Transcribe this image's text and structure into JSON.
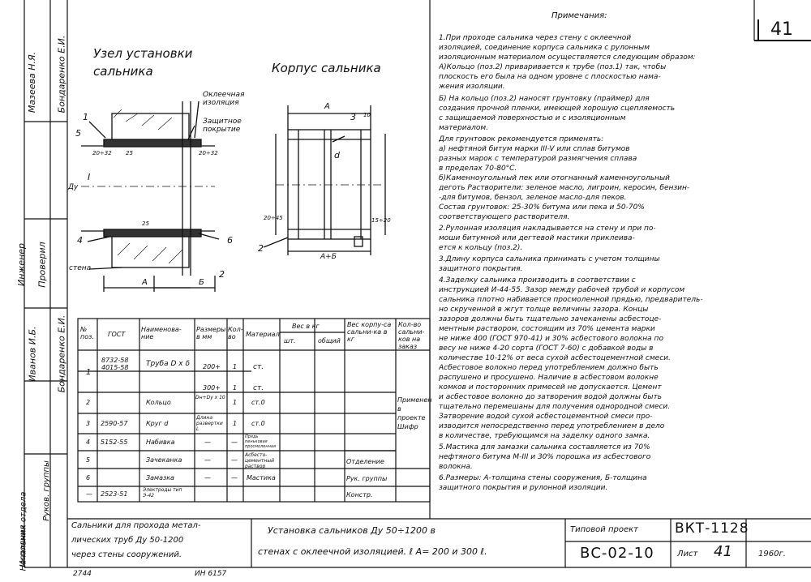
{
  "sheet_number": "41",
  "titles": {
    "left": "Узел установки сальника",
    "right": "Корпус сальника"
  },
  "side_stamp": [
    "Начальник отдела",
    "Исполнил",
    "Иванов И.Б.",
    "Бондаренко Е.И.",
    "Инженер",
    "Проверил",
    "Мазеева Н.Я.",
    "Бондаренко Е.И.",
    "Руков. группы"
  ],
  "drawing_labels": {
    "oil_insulation": "Оклеечная изоляция",
    "protective_coat": "Защитное покрытие",
    "wall": "стена",
    "A": "А",
    "B": "Б",
    "AplusB": "А+Б",
    "callouts": [
      "1",
      "5",
      "4",
      "6",
      "2",
      "3",
      "2",
      "d",
      "I"
    ],
    "dims": [
      "20÷32",
      "25",
      "20÷32",
      "20÷45",
      "15÷20",
      "10",
      "25",
      "Ду"
    ]
  },
  "notes_heading": "Примечания:",
  "notes": [
    "1.При проходе сальника через стену с оклеечной",
    "изоляцией, соединение корпуса сальника с рулонным",
    "изоляционным материалом осуществляется следующим образом:",
    "А)Кольцо (поз.2) приваривается к трубе (поз.1) так, чтобы",
    "плоскость его была на одном уровне с плоскостью нама-",
    "жения изоляции.",
    "Б) На кольцо (поз.2) наносят грунтовку (праймер) для",
    "создания прочной пленки, имеющей хорошую сцепляемость",
    "с защищаемой поверхностью и с изоляционным",
    "материалом.",
    "Для грунтовок рекомендуется применять:",
    "а) нефтяной битум марки III-V или сплав битумов",
    "разных марок с температурой размягчения сплава",
    "в пределах 70-80°С.",
    "б)Каменноугольный пек или отогнанный каменноугольный",
    "деготь Растворители: зеленое масло, лигроин, керосин, бензин-",
    "-для битумов, бензол, зеленое масло-для пеков.",
    "Состав грунтовок: 25-30% битума или пека и 50-70%",
    "соответствующего растворителя.",
    "2.Рулонная изоляция накладывается на стену и при по-",
    "моши битумной или дегтевой мастики приклеива-",
    "ется к кольцу (поз.2).",
    "3.Длину корпуса сальника принимать с учетом толщины",
    "защитного покрытия.",
    "4.Заделку сальника производить в соответствии с",
    "инструкцией И-44-55. Зазор между рабочей трубой и корпусом",
    "сальника плотно набивается просмоленной прядью, предваритель-",
    "но скрученной в жгут толще величины зазора. Концы",
    "зазоров должны быть тщательно зачеканены асбестоце-",
    "ментным раствором, состоящим из 70% цемента марки",
    "не ниже 400 (ГОСТ 970-41) и 30% асбестового волокна по",
    "весу не ниже 4-20 сорта (ГОСТ 7-60) с добавкой воды в",
    "количестве 10-12% от веса сухой асбестоцементной смеси.",
    "Асбестовое волокно перед употреблением должно быть",
    "распушено и просушено. Наличие в асбестовом волокне",
    "комков и посторонних примесей не допускается. Цемент",
    "и асбестовое волокно до затворения водой должны быть",
    "тщательно перемешаны для получения однородной смеси.",
    "Затворение водой сухой асбестоцементной смеси про-",
    "изводится непосредственно перед употреблением в дело",
    "в количестве, требующимся на заделку одного замка.",
    "5.Мастика для замазки сальника составляется из 70%",
    "нефтяного битума М-III и 30% порошка из асбестового",
    "волокна.",
    "6.Размеры: А-толщина стены сооружения, Б-толщина",
    "защитного покрытия и рулонной изоляции."
  ],
  "table": {
    "headers": [
      "№ поз.",
      "ГОСТ",
      "Наименова-ние",
      "Размеры в мм",
      "Кол-во",
      "Материал",
      "Вес в кг",
      "шт.",
      "общий",
      "Вес корпу-са сальни-ка в кг",
      "Кол-во сальни-ков на заказ"
    ],
    "rows": [
      {
        "pos": "1",
        "gost": "8732-58\n4015-58",
        "name": "Труба D x δ",
        "size": "200+\n300+",
        "qty": "1\n1",
        "mat": "ст.\nст."
      },
      {
        "pos": "2",
        "gost": "",
        "name": "Кольцо",
        "size": "Dн+Dу x 10",
        "qty": "1",
        "mat": "ст.0"
      },
      {
        "pos": "3",
        "gost": "2590-57",
        "name": "Круг d",
        "size": "Длина развертки L",
        "qty": "1",
        "mat": "ст.0"
      },
      {
        "pos": "4",
        "gost": "5152-55",
        "name": "Набивка",
        "size": "—",
        "qty": "—",
        "mat": "Прядь пеньковая просмоленная"
      },
      {
        "pos": "5",
        "gost": "",
        "name": "Зачеканка",
        "size": "—",
        "qty": "—",
        "mat": "Асбесто-цементный раствор"
      },
      {
        "pos": "6",
        "gost": "",
        "name": "Замазка",
        "size": "—",
        "qty": "—",
        "mat": "Мастика"
      },
      {
        "pos": "—",
        "gost": "2523-51",
        "name": "Электроды тип Э-42",
        "size": "",
        "qty": "",
        "mat": ""
      }
    ],
    "applied": "Применен в проекте Шифр",
    "side_cells": [
      "Отделение",
      "Рук. группы",
      "Констр."
    ]
  },
  "bottom": {
    "left_title": [
      "Сальники для прохода метал-",
      "лических труб Ду 50-1200",
      "через стены сооружений."
    ],
    "main_title": [
      "Установка сальников Ду 50÷1200 в",
      "стенах с оклеечной изоляцией. ℓ A= 200 и 300 ℓ."
    ],
    "project_type": "Типовой проект",
    "code": "ВС-02-10",
    "stamp_code": "ВКТ-1128",
    "sheet_label": "Лист",
    "sheet": "41",
    "year": "1960г.",
    "extra": [
      "2744",
      "ИН 6157"
    ]
  }
}
